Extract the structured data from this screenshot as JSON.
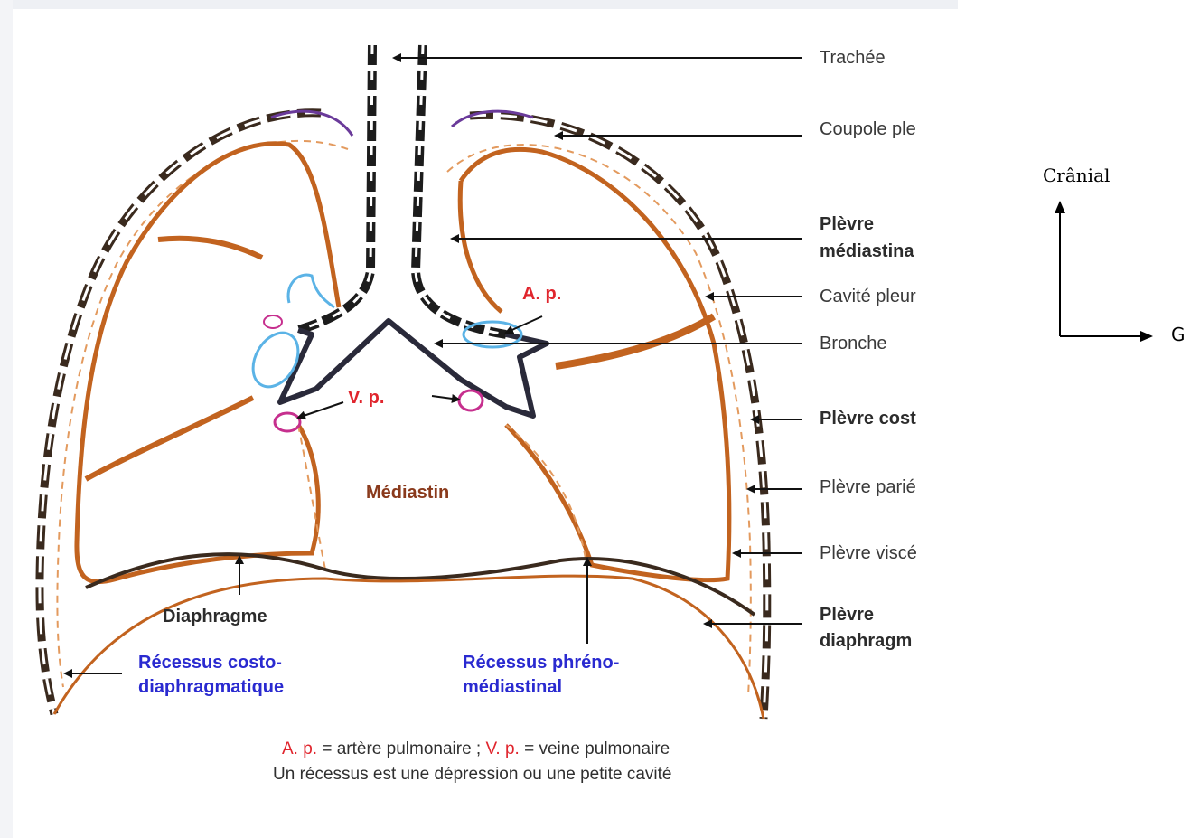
{
  "labels": {
    "trachee": "Trachée",
    "coupole": "Coupole ple",
    "plevre_mediastinale_1": "Plèvre",
    "plevre_mediastinale_2": "médiastina",
    "cavite_pleurale": "Cavité pleur",
    "bronche": "Bronche",
    "plevre_costale": "Plèvre cost",
    "plevre_parietale": "Plèvre parié",
    "plevre_viscerale": "Plèvre viscé",
    "plevre_diaphragmatique_1": "Plèvre",
    "plevre_diaphragmatique_2": "diaphragm",
    "ap": "A. p.",
    "vp": "V. p.",
    "mediastin": "Médiastin",
    "diaphragme": "Diaphragme",
    "recessus_costo_1": "Récessus costo-",
    "recessus_costo_2": "diaphragmatique",
    "recessus_phreno_1": "Récessus phréno-",
    "recessus_phreno_2": "médiastinal"
  },
  "legend": {
    "ap_abbr": "A. p.",
    "ap_def": " = artère pulmonaire ; ",
    "vp_abbr": "V. p.",
    "vp_def": " = veine pulmonaire",
    "line2": "Un récessus est une  dépression ou une petite cavité"
  },
  "orientation": {
    "up": "Crânial",
    "right": "G"
  },
  "colors": {
    "lung_wall": "#c2631f",
    "pleura_dash": "#e39a5e",
    "chest_wall": "#3a2a1e",
    "artery": "#5bb3e6",
    "vein": "#c62f8e",
    "arrow": "#111111"
  }
}
